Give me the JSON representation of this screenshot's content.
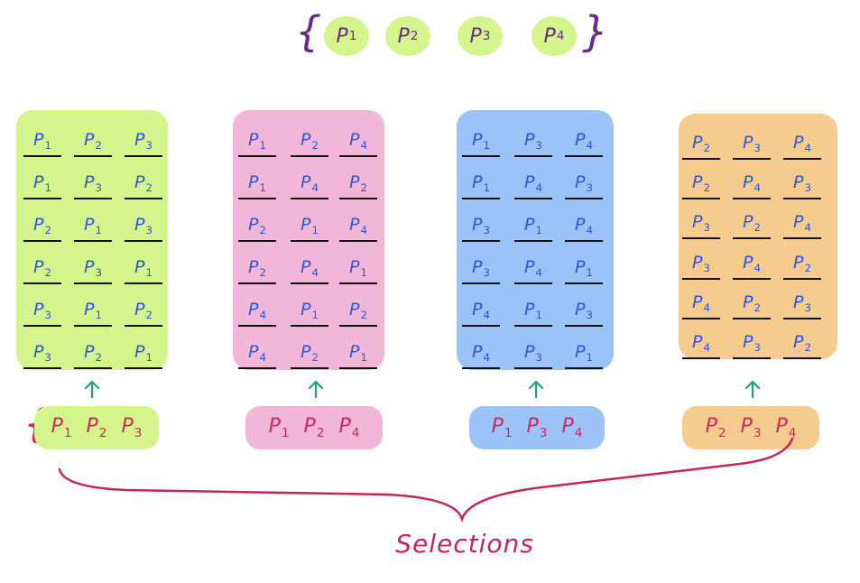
{
  "top_set": {
    "open_brace": "{",
    "close_brace": "}",
    "elements": [
      "P1",
      "P2",
      "P3",
      "P4"
    ]
  },
  "permutation_blocks": [
    {
      "color": "#d4f58c",
      "rows": [
        [
          "P1",
          "P2",
          "P3"
        ],
        [
          "P1",
          "P3",
          "P2"
        ],
        [
          "P2",
          "P1",
          "P3"
        ],
        [
          "P2",
          "P3",
          "P1"
        ],
        [
          "P3",
          "P1",
          "P2"
        ],
        [
          "P3",
          "P2",
          "P1"
        ]
      ]
    },
    {
      "color": "#f2b7d8",
      "rows": [
        [
          "P1",
          "P2",
          "P4"
        ],
        [
          "P1",
          "P4",
          "P2"
        ],
        [
          "P2",
          "P1",
          "P4"
        ],
        [
          "P2",
          "P4",
          "P1"
        ],
        [
          "P4",
          "P1",
          "P2"
        ],
        [
          "P4",
          "P2",
          "P1"
        ]
      ]
    },
    {
      "color": "#9cc3f7",
      "rows": [
        [
          "P1",
          "P3",
          "P4"
        ],
        [
          "P1",
          "P4",
          "P3"
        ],
        [
          "P3",
          "P1",
          "P4"
        ],
        [
          "P3",
          "P4",
          "P1"
        ],
        [
          "P4",
          "P1",
          "P3"
        ],
        [
          "P4",
          "P3",
          "P1"
        ]
      ]
    },
    {
      "color": "#f6cc8e",
      "rows": [
        [
          "P2",
          "P3",
          "P4"
        ],
        [
          "P2",
          "P4",
          "P3"
        ],
        [
          "P3",
          "P2",
          "P4"
        ],
        [
          "P3",
          "P4",
          "P2"
        ],
        [
          "P4",
          "P2",
          "P3"
        ],
        [
          "P4",
          "P3",
          "P2"
        ]
      ]
    }
  ],
  "selections": [
    {
      "color": "#d4f58c",
      "items": [
        "P1",
        "P2",
        "P3"
      ]
    },
    {
      "color": "#f2b7d8",
      "items": [
        "P1",
        "P2",
        "P4"
      ]
    },
    {
      "color": "#9cc3f7",
      "items": [
        "P1",
        "P3",
        "P4"
      ]
    },
    {
      "color": "#f6cc8e",
      "items": [
        "P2",
        "P3",
        "P4"
      ]
    }
  ],
  "selections_open_brace": "{",
  "selections_label": "Selections",
  "colors": {
    "permutation_text": "#2f56d8",
    "selection_text": "#d0275c",
    "arrow": "#1aa57a",
    "set_text": "#6a2a8a",
    "brace_curve": "#c8235a"
  }
}
